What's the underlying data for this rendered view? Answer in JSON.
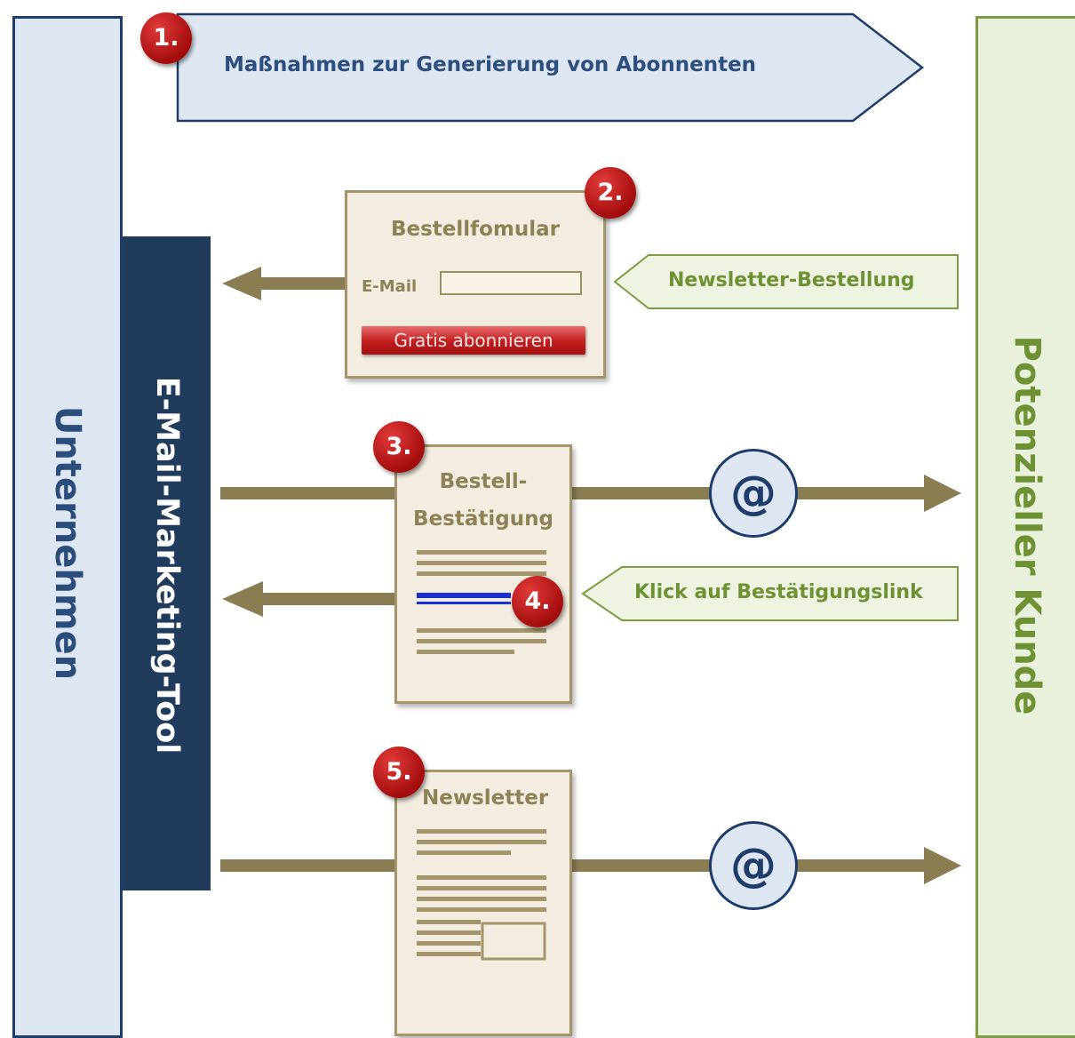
{
  "lanes": {
    "left": "Unternehmen",
    "tool": "E-Mail-Marketing-Tool",
    "right": "Potenzieller Kunde"
  },
  "steps": {
    "step1": {
      "badge": "1.",
      "label": "Maßnahmen zur Generierung von Abonnenten"
    },
    "step2": {
      "badge": "2.",
      "form_title": "Bestellfomular",
      "email_label": "E-Mail",
      "button_label": "Gratis abonnieren",
      "incoming_label": "Newsletter-Bestellung"
    },
    "step3": {
      "badge": "3.",
      "title_line1": "Bestell-",
      "title_line2": "Bestätigung"
    },
    "step4": {
      "badge": "4.",
      "incoming_label": "Klick auf Bestätigungslink"
    },
    "step5": {
      "badge": "5.",
      "title": "Newsletter"
    }
  },
  "icons": {
    "at_symbol": "@"
  },
  "colors": {
    "company_blue": "#1f3d6b",
    "tool_navy": "#203b5c",
    "customer_green": "#6e9134",
    "arrow_olive": "#8a7d52",
    "badge_red": "#b01515"
  }
}
